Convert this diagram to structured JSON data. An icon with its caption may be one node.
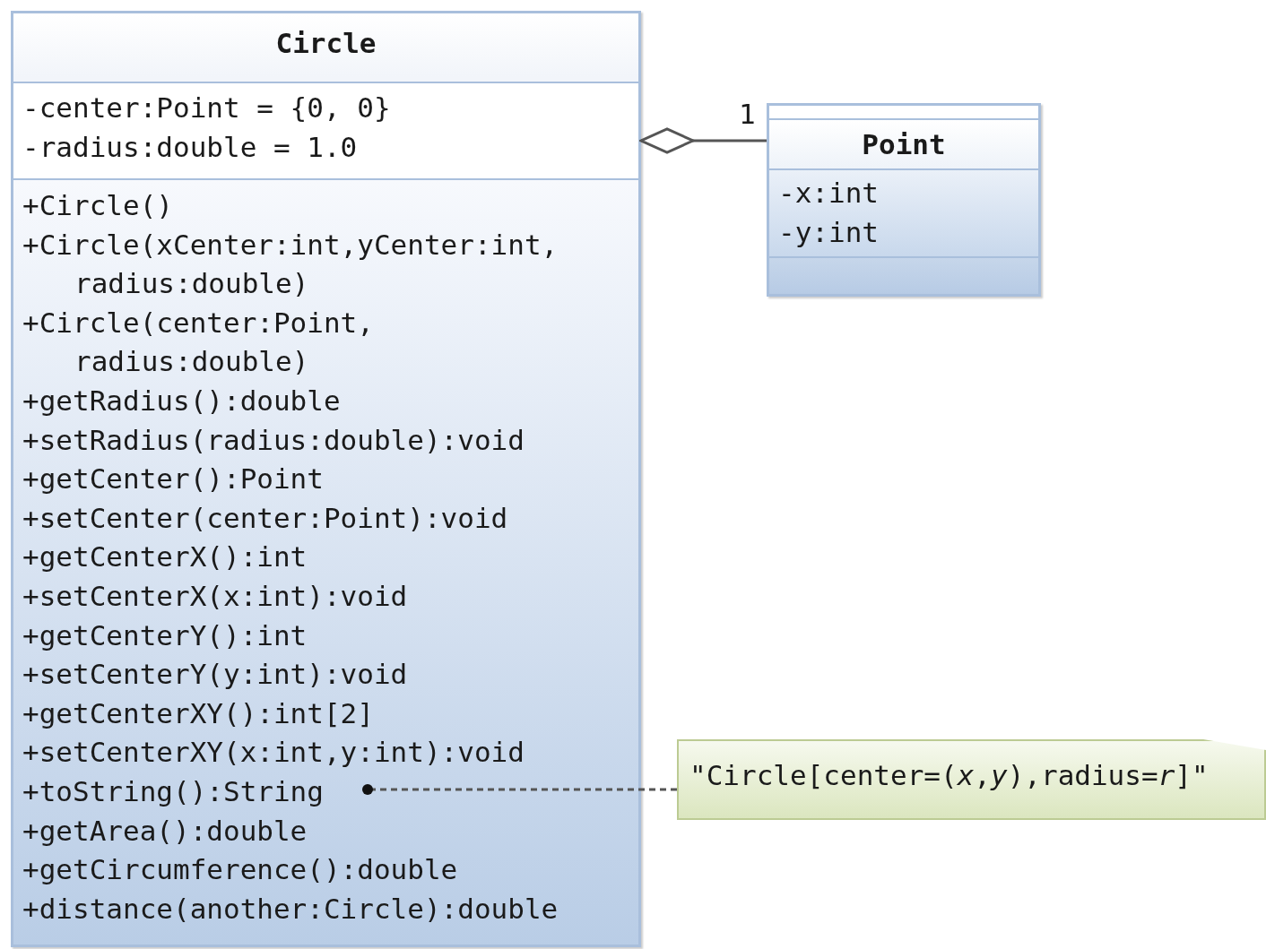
{
  "diagram": {
    "nodes": [
      {
        "text": [
          "Circle"
        ]
      },
      {
        "text": [
          "-center:Point = {0, 0}",
          "-radius:double = 1.0"
        ],
        "in": 0
      },
      {
        "text": [
          "+Circle()",
          "+Circle(xCenter:int,yCenter:int, radius:double)",
          "+Circle(center:Point, radius:double)",
          "+getRadius():double",
          "+setRadius(radius:double):void",
          "+getCenter():Point",
          "+setCenter(center:Point):void",
          "+getCenterX():int",
          "+setCenterX(x:int):void",
          "+getCenterY():int",
          "+setCenterY(y:int):void",
          "+getCenterXY():int[2]",
          "+setCenterXY(x:int,y:int):void",
          "+toString():String",
          "+getArea():double",
          "+getCircumference():double",
          "+distance(another:Circle):double"
        ],
        "in": 0
      },
      {
        "text": [
          "Point"
        ]
      },
      {
        "text": [
          "-x:int",
          "-y:int"
        ],
        "in": 3
      },
      {
        "text": [],
        "shape": "box",
        "in": 3
      },
      {
        "text": [
          "\"Circle[center=(*x*,*y*),radius=*r*]\""
        ]
      }
    ],
    "edges": [
      {
        "from": 3,
        "to": 0,
        "arrow": "other",
        "label": "1"
      },
      {
        "from": 6,
        "to": 2,
        "arrow": "other",
        "style": "dashed"
      }
    ]
  }
}
